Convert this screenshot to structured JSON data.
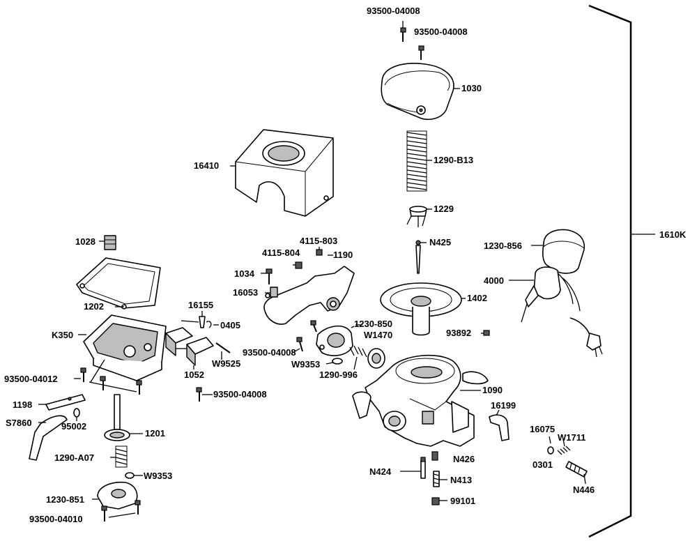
{
  "labels": {
    "p93500_04008_a": "93500-04008",
    "p93500_04008_b": "93500-04008",
    "p1030": "1030",
    "p16410": "16410",
    "p1290_b13": "1290-B13",
    "p1229": "1229",
    "p1610k": "1610K",
    "p1028": "1028",
    "p4115_803": "4115-803",
    "p4115_804": "4115-804",
    "p1190": "1190",
    "pn425": "N425",
    "p1230_856": "1230-856",
    "p1034": "1034",
    "p16053": "16053",
    "p4000": "4000",
    "p1202": "1202",
    "p16155": "16155",
    "p1402": "1402",
    "p0405": "0405",
    "p1230_850": "1230-850",
    "pk350": "K350",
    "pw1470": "W1470",
    "p93892": "93892",
    "p93500_04008_c": "93500-04008",
    "pw9525": "W9525",
    "pw9353_a": "W9353",
    "p1052": "1052",
    "p1290_996": "1290-996",
    "p93500_04012": "93500-04012",
    "p1090": "1090",
    "p93500_04008_d": "93500-04008",
    "p1198": "1198",
    "p16199": "16199",
    "ps7860": "S7860",
    "p95002": "95002",
    "p16075": "16075",
    "pw1711": "W1711",
    "p1201": "1201",
    "p1290_a07": "1290-A07",
    "pn426": "N426",
    "p0301": "0301",
    "pw9353_b": "W9353",
    "pn424": "N424",
    "pn413": "N413",
    "pn446": "N446",
    "p1230_851": "1230-851",
    "p99101": "99101",
    "p93500_04010": "93500-04010"
  }
}
